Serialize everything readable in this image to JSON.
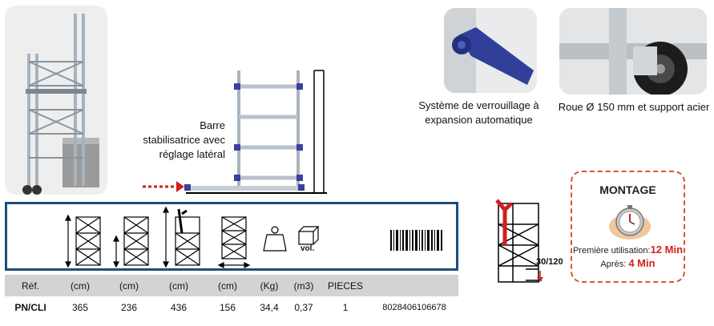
{
  "captions": {
    "barre": [
      "Barre",
      "stabilisatrice avec",
      "réglage latéral"
    ],
    "verrouillage": [
      "Système de verrouillage à",
      "expansion automatique"
    ],
    "roue": "Roue Ø 150 mm et support acier"
  },
  "spec_icons": {
    "weight_icon": "weight-icon",
    "volume_label": "vol.",
    "barcode_icon": "barcode-icon"
  },
  "table": {
    "headers": [
      "Réf.",
      "(cm)",
      "(cm)",
      "(cm)",
      "(cm)",
      "(Kg)",
      "(m3)",
      "PIECES",
      ""
    ],
    "row": [
      "PN/CLI",
      "365",
      "236",
      "436",
      "156",
      "34,4",
      "0,37",
      "1",
      "8028406106678"
    ]
  },
  "height_label": "30/120",
  "montage": {
    "title": "MONTAGE",
    "first_use_label": "Première utilisation:",
    "first_use_value": "12 Min",
    "after_label": "Après:",
    "after_value": "4 Min"
  },
  "colors": {
    "frame_blue": "#1f4e79",
    "accent_red": "#d21f1f",
    "montage_border": "#d9542b"
  }
}
